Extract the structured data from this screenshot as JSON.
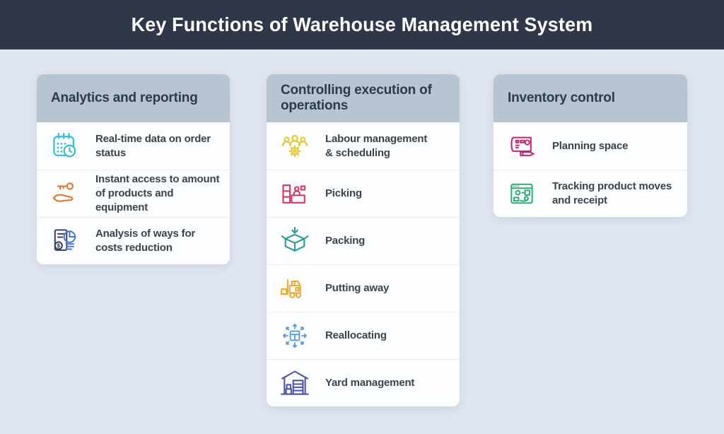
{
  "title": "Key Functions of Warehouse Management System",
  "colors": {
    "header_bar": "#2f3749",
    "page_background": "#e1e7f1",
    "card_header": "#b7c4d1",
    "card_body": "#fcfdfe",
    "heading_text": "#2c3a4e",
    "item_text": "#3c434e"
  },
  "columns": [
    {
      "header": "Analytics and reporting",
      "items": [
        {
          "icon": "calendar-clock-icon",
          "color": "#35bfc9",
          "label": "Real-time data on order\nstatus"
        },
        {
          "icon": "hand-key-icon",
          "color": "#e0792f",
          "label": "Instant access to amount\nof products and equipment"
        },
        {
          "icon": "document-analysis-icon",
          "color": "#4a74d8",
          "label": "Analysis of ways for\ncosts reduction"
        }
      ]
    },
    {
      "header": "Controlling execution of\noperations",
      "items": [
        {
          "icon": "labour-team-gear-icon",
          "color": "#e3c92d",
          "label": "Labour management\n& scheduling"
        },
        {
          "icon": "picking-shelf-icon",
          "color": "#d63863",
          "label": "Picking"
        },
        {
          "icon": "packing-box-icon",
          "color": "#2e9a96",
          "label": "Packing"
        },
        {
          "icon": "forklift-icon",
          "color": "#e9ab38",
          "label": "Putting away"
        },
        {
          "icon": "reallocating-arrows-icon",
          "color": "#5b9bd5",
          "label": "Reallocating"
        },
        {
          "icon": "warehouse-building-icon",
          "color": "#4f55a7",
          "label": "Yard management"
        }
      ]
    },
    {
      "header": "Inventory control",
      "items": [
        {
          "icon": "planning-blueprint-icon",
          "color": "#c2266e",
          "label": "Planning space"
        },
        {
          "icon": "tracking-screen-icon",
          "color": "#2eac74",
          "label": "Tracking product moves\nand receipt"
        }
      ]
    }
  ]
}
